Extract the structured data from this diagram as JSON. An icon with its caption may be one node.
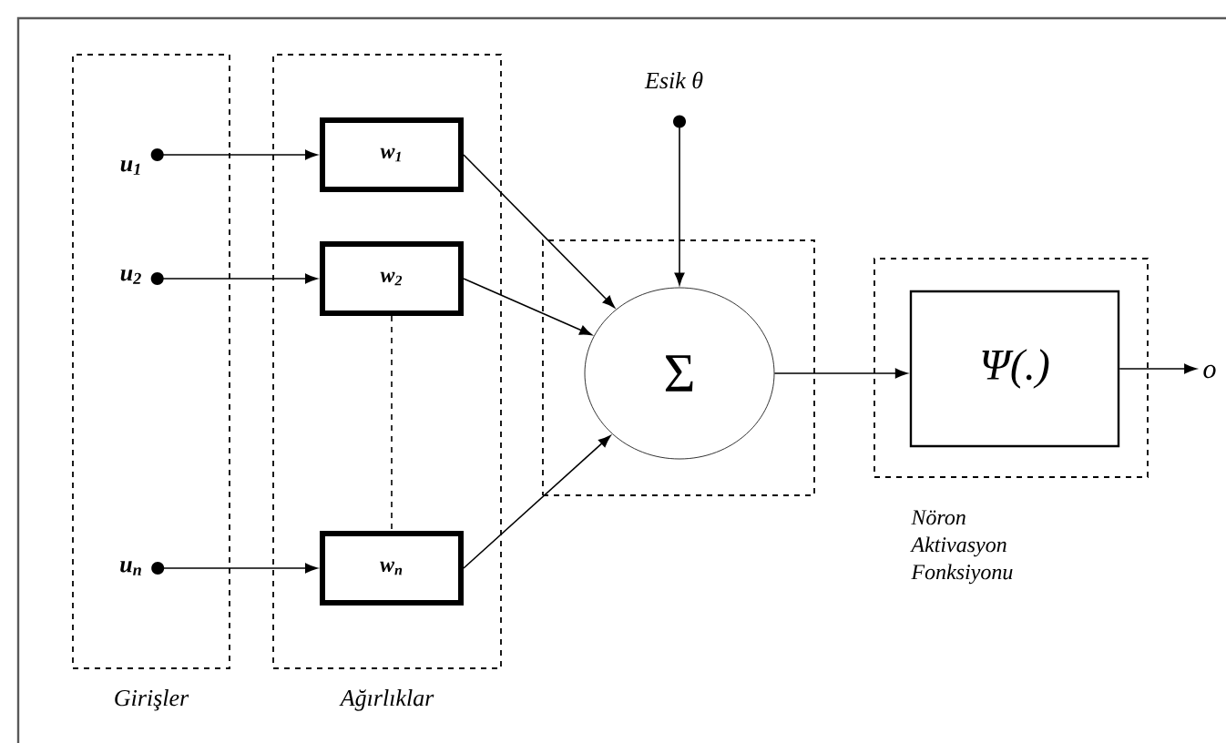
{
  "diagram": {
    "nodes": [
      {
        "text": [
          "Girişler"
        ]
      },
      {
        "text": [
          "Ağırlıklar"
        ]
      },
      {
        "text": [
          "u$_{1}$"
        ],
        "in": 0
      },
      {
        "text": [
          "u$_{2}$"
        ],
        "in": 0
      },
      {
        "text": [
          "u$_{n}$"
        ],
        "in": 0
      },
      {
        "text": [
          "w$_{1}$"
        ],
        "in": 1
      },
      {
        "text": [
          "w$_{2}$"
        ],
        "in": 1
      },
      {
        "text": [
          "w$_{n}$"
        ],
        "in": 1
      },
      {
        "text": [],
        "shape": "box"
      },
      {
        "text": [
          "Σ"
        ],
        "in": 8
      },
      {
        "text": [
          "Esik θ"
        ]
      },
      {
        "text": [
          "Nöron Aktivasyon Fonksiyonu"
        ]
      },
      {
        "text": [
          "Ψ(.)"
        ],
        "in": 11
      },
      {
        "text": [
          "o"
        ]
      }
    ],
    "edges": [
      {
        "from": 2,
        "to": 5,
        "arrow": "to"
      },
      {
        "from": 3,
        "to": 6,
        "arrow": "to"
      },
      {
        "from": 4,
        "to": 7,
        "arrow": "to"
      },
      {
        "from": 5,
        "to": 9,
        "arrow": "to"
      },
      {
        "from": 6,
        "to": 9,
        "arrow": "to"
      },
      {
        "from": 7,
        "to": 9,
        "arrow": "to"
      },
      {
        "from": 6,
        "to": 7,
        "arrow": "none",
        "style": "dashed"
      },
      {
        "from": 10,
        "to": 9,
        "arrow": "to"
      },
      {
        "from": 9,
        "to": 12,
        "arrow": "to"
      },
      {
        "from": 12,
        "to": 13,
        "arrow": "to"
      }
    ]
  }
}
